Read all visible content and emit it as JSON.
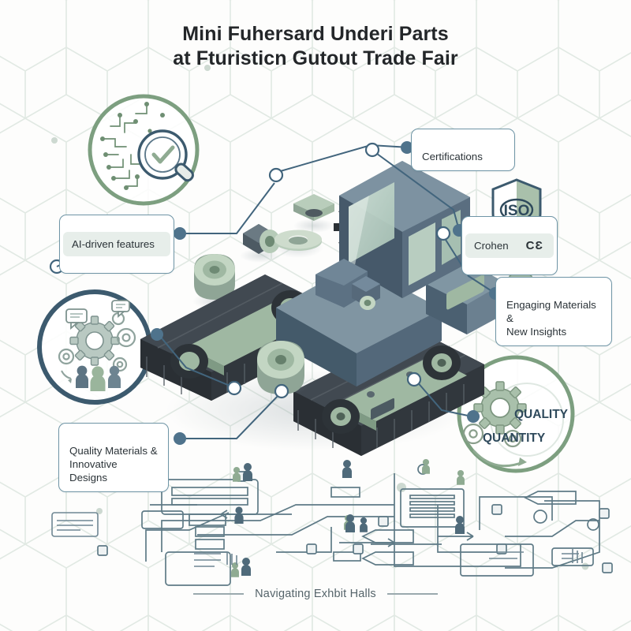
{
  "title": {
    "line1": "Mini Fuhersard Underi Parts",
    "line2": "at Fturisticn Gutout Trade Fair"
  },
  "callouts": [
    {
      "id": "ai-driven-features",
      "text": "AI-driven features"
    },
    {
      "id": "certifications",
      "text": "Certifications"
    },
    {
      "id": "crohen",
      "text": "Crohen",
      "mark": "CƐ"
    },
    {
      "id": "engaging-materials",
      "text": "Engaging Materials &\n New Insights"
    },
    {
      "id": "quality-materials",
      "text": "Quality Materials &\nInnovative Designs"
    }
  ],
  "badges": {
    "iso_shield": "ISO",
    "quality": "QUALITY",
    "quantity": "QUANTITY"
  },
  "bottom_caption": {
    "text": "Navigating Exhbit Halls"
  },
  "icons": {
    "circuit_magnifier": "circuit-magnifier-check-icon",
    "collaboration_gears": "gears-people-collaboration-icon",
    "quality_quantity_gears": "quality-quantity-gears-icon",
    "iso_shield": "iso-shield-icon",
    "ce_mark": "ce-mark-icon",
    "tracked_vehicle": "isometric-tracked-vehicle-icon",
    "exhibit_floorplan": "exhibit-hall-floorplan-icon"
  },
  "colors": {
    "background": "#fdfdfc",
    "hex_lattice": "#dfe8e2",
    "teal_border": "#6f95a6",
    "navy": "#3c5a6e",
    "sage": "#8fab92",
    "sage_light": "#b9cdb9",
    "dark_part": "#2e3338",
    "text": "#2b3338",
    "muted_text": "#55646a"
  }
}
